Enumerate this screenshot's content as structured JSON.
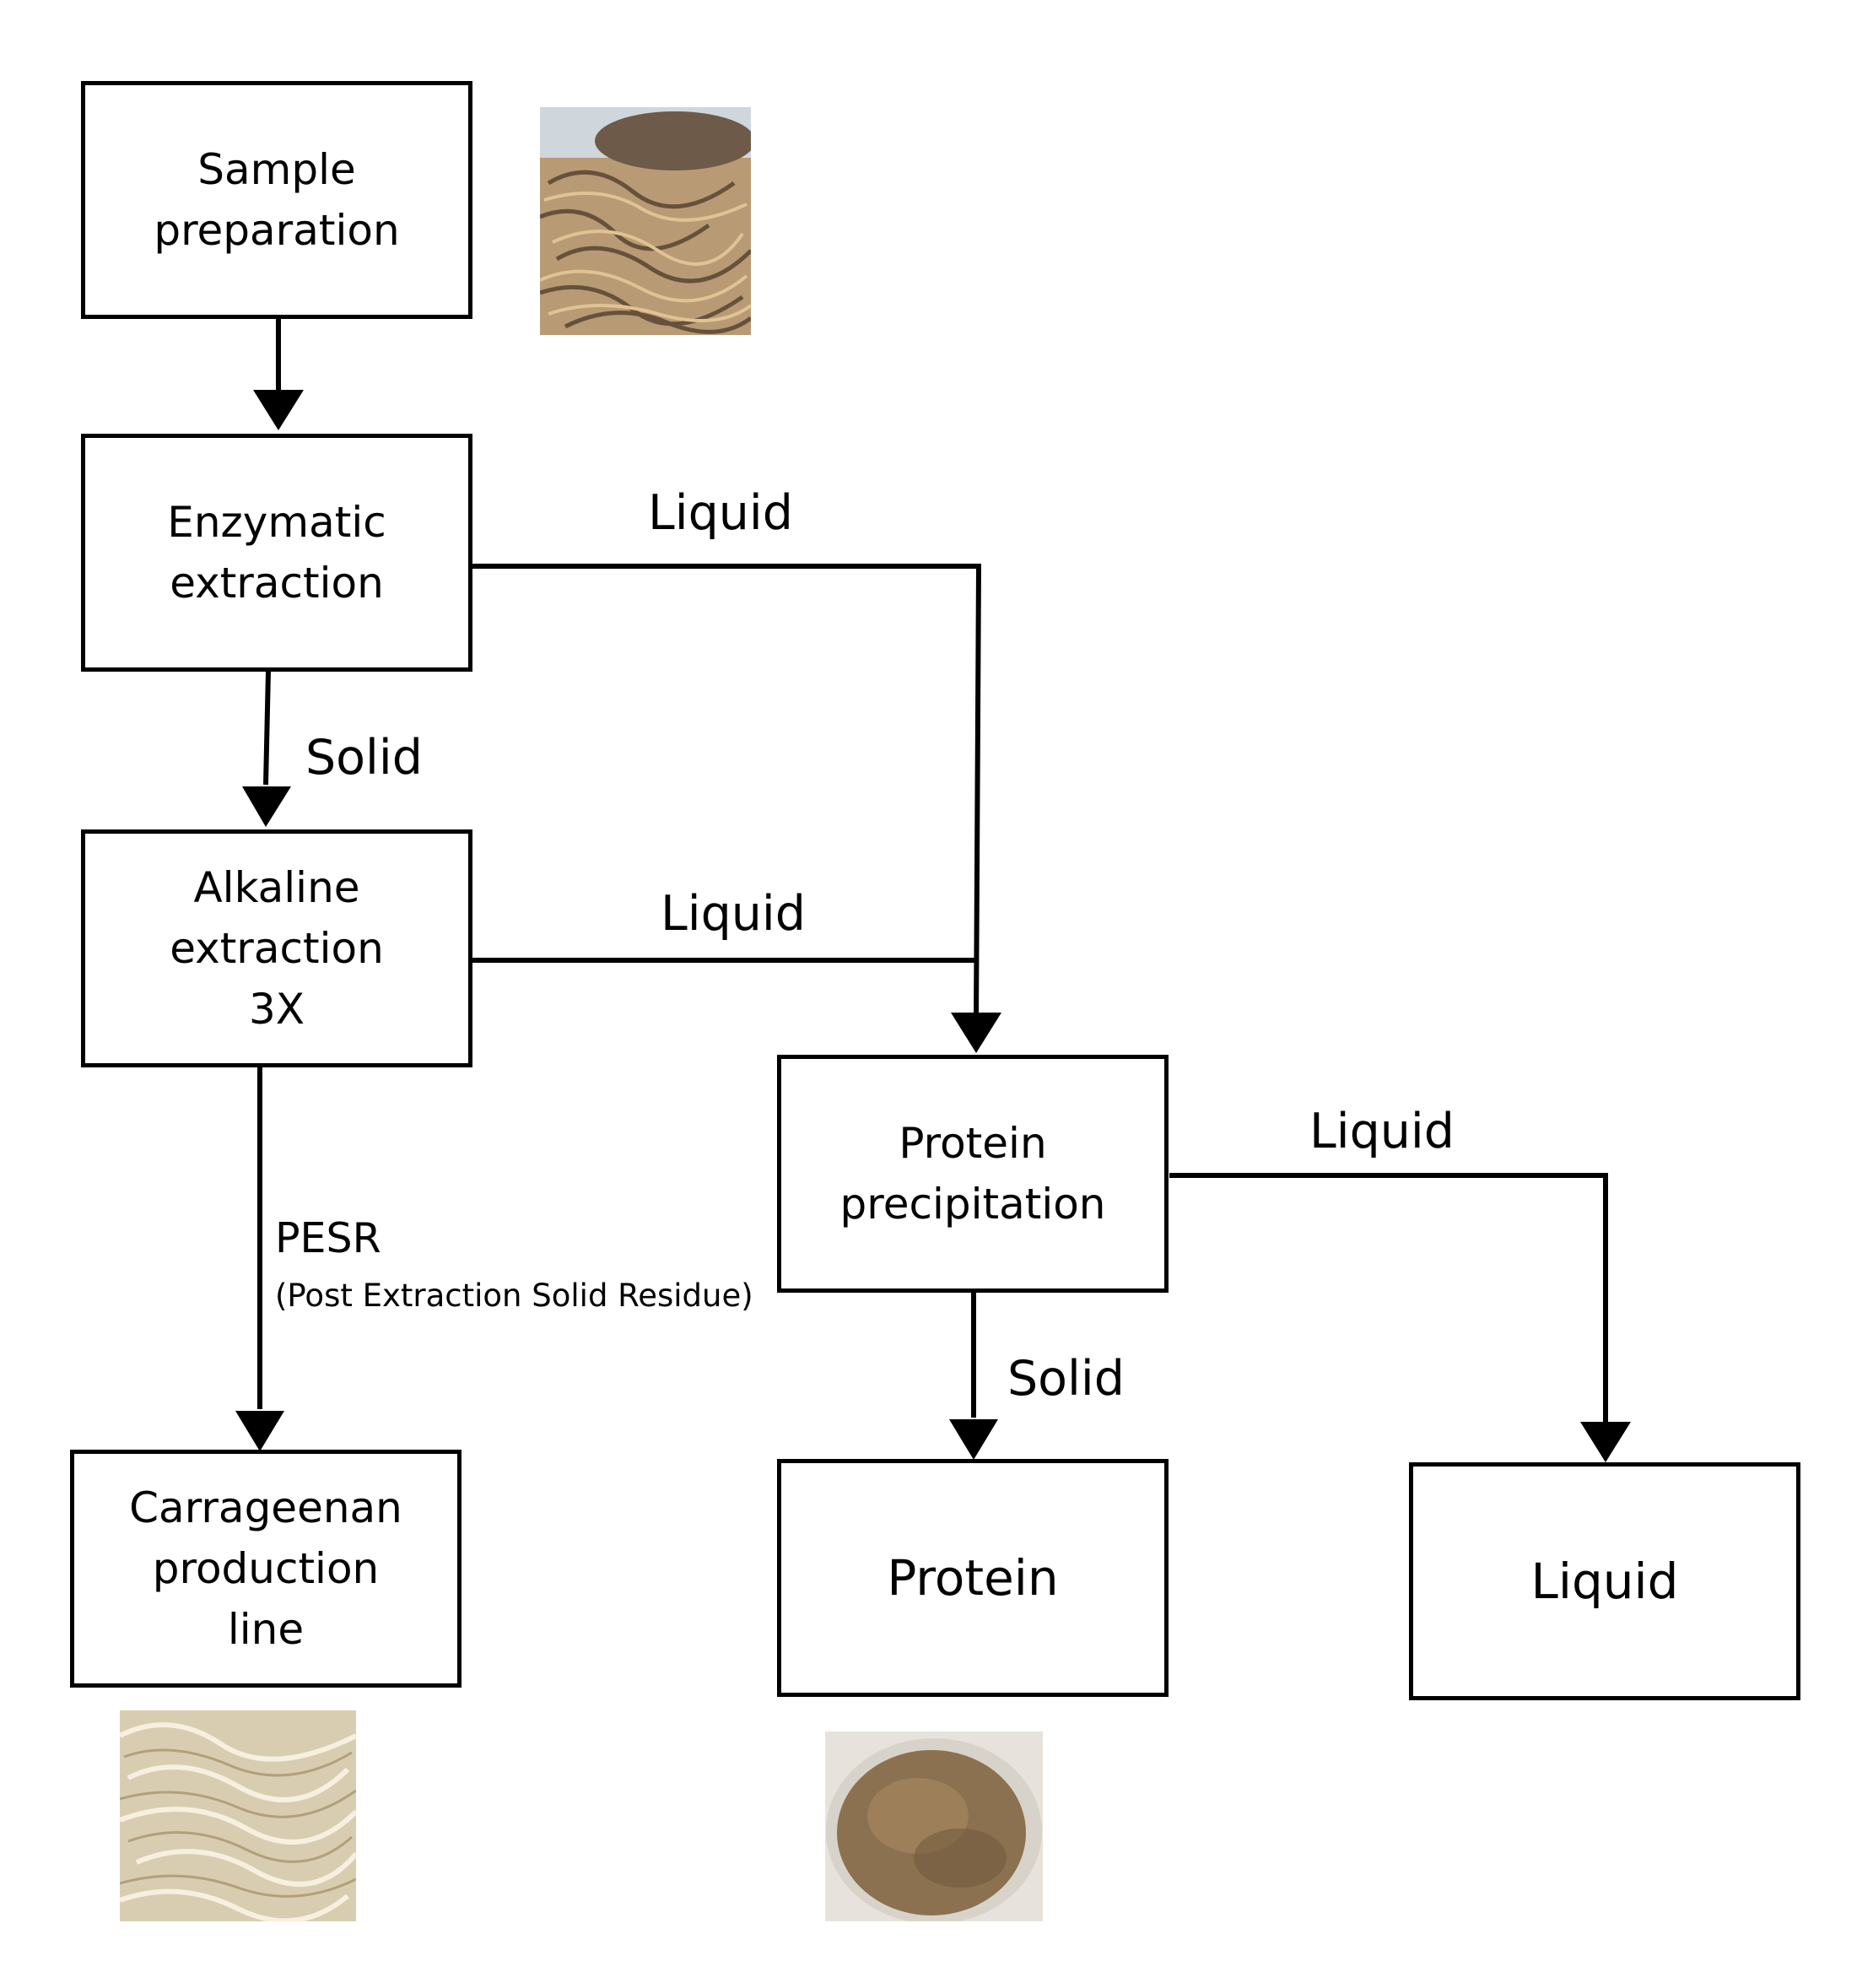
{
  "nodes": {
    "sample_preparation": "Sample\npreparation",
    "enzymatic_extraction": "Enzymatic\nextraction",
    "alkaline_extraction": "Alkaline\nextraction\n3X",
    "protein_precipitation": "Protein\nprecipitation",
    "carrageenan_production_line": "Carrageenan\nproduction\nline",
    "protein": "Protein",
    "liquid": "Liquid"
  },
  "edge_labels": {
    "enzymatic_to_alkaline": "Solid",
    "enzymatic_to_precipitation": "Liquid",
    "alkaline_to_precipitation": "Liquid",
    "alkaline_to_carrageenan": "PESR",
    "alkaline_to_carrageenan_note": "(Post Extraction Solid Residue)",
    "precipitation_to_protein": "Solid",
    "precipitation_to_liquid": "Liquid"
  },
  "photos": {
    "raw_seaweed": {
      "colors": [
        "#8a6a45",
        "#c9a57a",
        "#5e4a35"
      ]
    },
    "carrageenan_product": {
      "colors": [
        "#e8dcc0",
        "#f6efde",
        "#bfae8c"
      ]
    },
    "protein_powder": {
      "colors": [
        "#8c7150",
        "#a8895f",
        "#6e563a"
      ]
    }
  }
}
